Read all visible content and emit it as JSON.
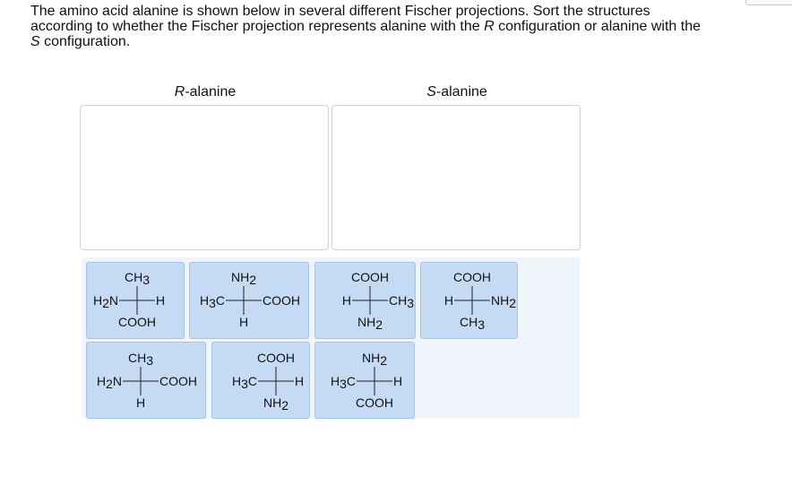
{
  "instructions": {
    "line1": "The amino acid alanine is shown below in several different Fischer projections. Sort the structures",
    "line2_a": "according to whether the Fischer projection represents alanine with the ",
    "line2_r": "R",
    "line2_b": " configuration or alanine with the",
    "line3_s": "S",
    "line3_b": " configuration."
  },
  "bins": {
    "r": {
      "letter": "R",
      "suffix": "-alanine"
    },
    "s": {
      "letter": "S",
      "suffix": "-alanine"
    }
  },
  "groups": {
    "ch3": {
      "main": "CH",
      "sub": "3"
    },
    "h2n": {
      "main": "H",
      "sub": "2",
      "tail": "N"
    },
    "nh2": {
      "main": "NH",
      "sub": "2"
    },
    "h3c": {
      "main": "H",
      "sub": "3",
      "tail": "C"
    },
    "h": "H",
    "cooh": "COOH"
  },
  "tiles": [
    {
      "top": "ch3",
      "left": "h2n",
      "right": "h",
      "bottom": "cooh"
    },
    {
      "top": "nh2",
      "left": "h3c",
      "right": "cooh",
      "bottom": "h"
    },
    {
      "top": "cooh",
      "left": "h",
      "right": "ch3",
      "bottom": "nh2"
    },
    {
      "top": "cooh",
      "left": "h",
      "right": "nh2",
      "bottom": "ch3"
    },
    {
      "top": "ch3",
      "left": "h2n",
      "right": "cooh",
      "bottom": "h"
    },
    {
      "top": "cooh",
      "left": "h3c",
      "right": "h",
      "bottom": "nh2"
    },
    {
      "top": "nh2",
      "left": "h3c",
      "right": "h",
      "bottom": "cooh"
    }
  ],
  "colors": {
    "tile_fill": "#c5daf3",
    "tile_border": "#a9c3e2",
    "tray": "#f0f4fb",
    "bin_border": "#c9d3dc"
  }
}
